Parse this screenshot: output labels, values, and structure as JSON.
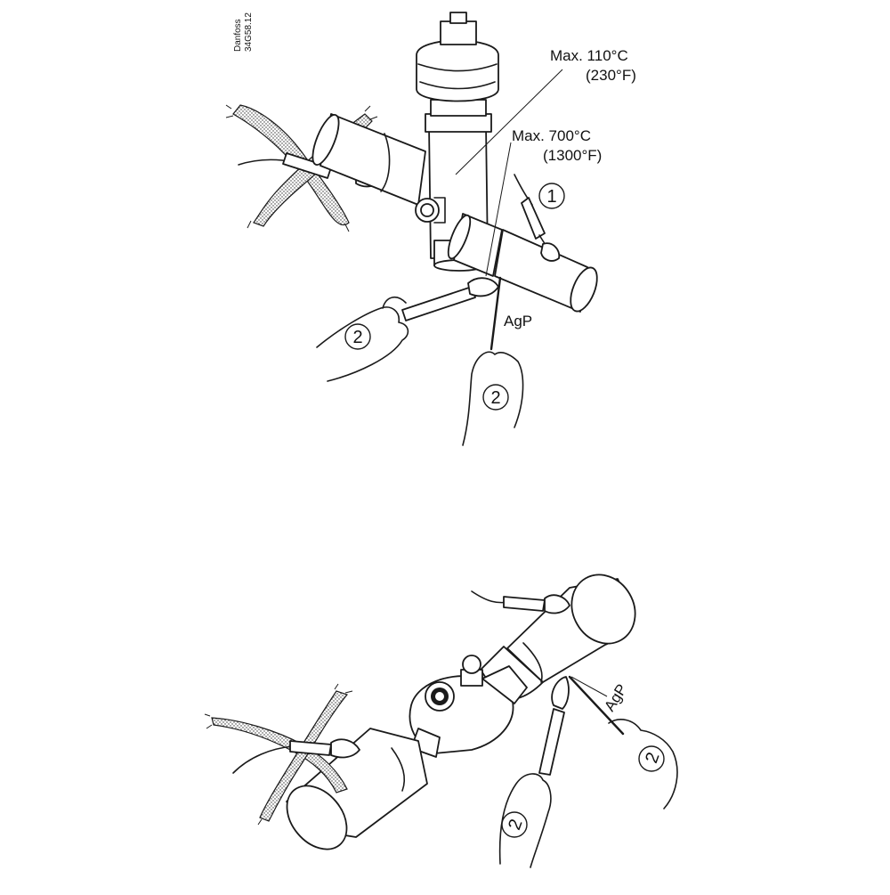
{
  "drawing_code": {
    "brand": "Danfoss",
    "number": "34G58.12"
  },
  "top_figure": {
    "temp_valve_max": "Max. 110°C",
    "temp_valve_max_f": "(230°F)",
    "temp_joint_max": "Max. 700°C",
    "temp_joint_max_f": "(1300°F)",
    "step_one": "1",
    "step_two_torch": "2",
    "step_two_rod": "2",
    "solder_label": "AgP"
  },
  "bottom_figure": {
    "solder_label": "AgP",
    "step_two_rod": "2",
    "step_two_torch": "2"
  },
  "colors": {
    "line": "#1a1a1a",
    "background": "#ffffff"
  }
}
